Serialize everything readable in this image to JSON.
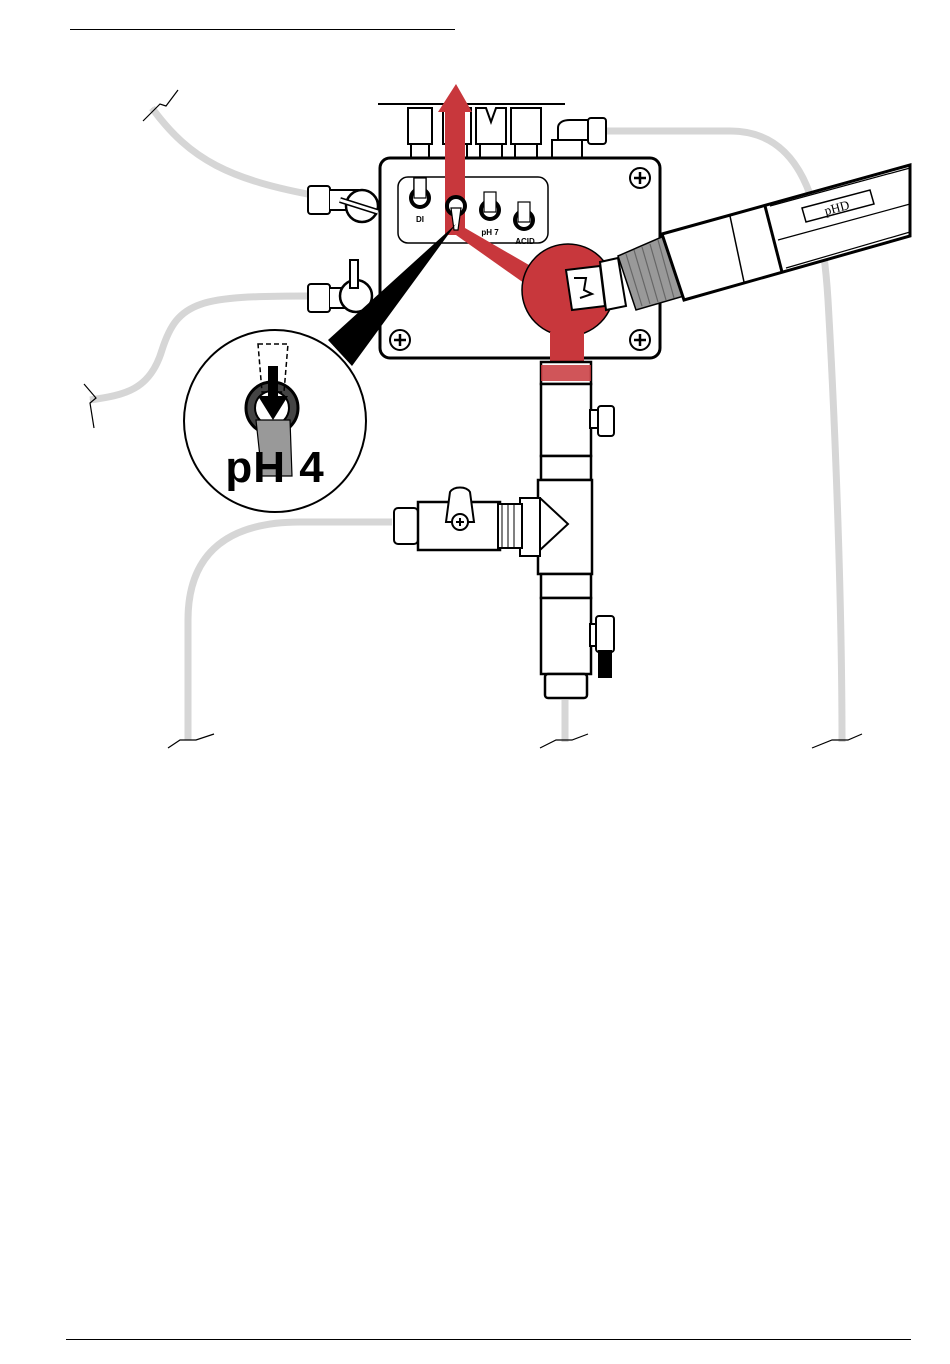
{
  "diagram": {
    "valve_labels": {
      "di": "DI",
      "ph7": "pH 7",
      "acid": "ACID"
    },
    "callout_label": "pH 4",
    "probe_label": "pHD",
    "colors": {
      "flow": "#c8373c",
      "tube": "#d6d6d6",
      "outline": "#000000",
      "body": "#ffffff",
      "probe_thread": "#999999"
    }
  }
}
